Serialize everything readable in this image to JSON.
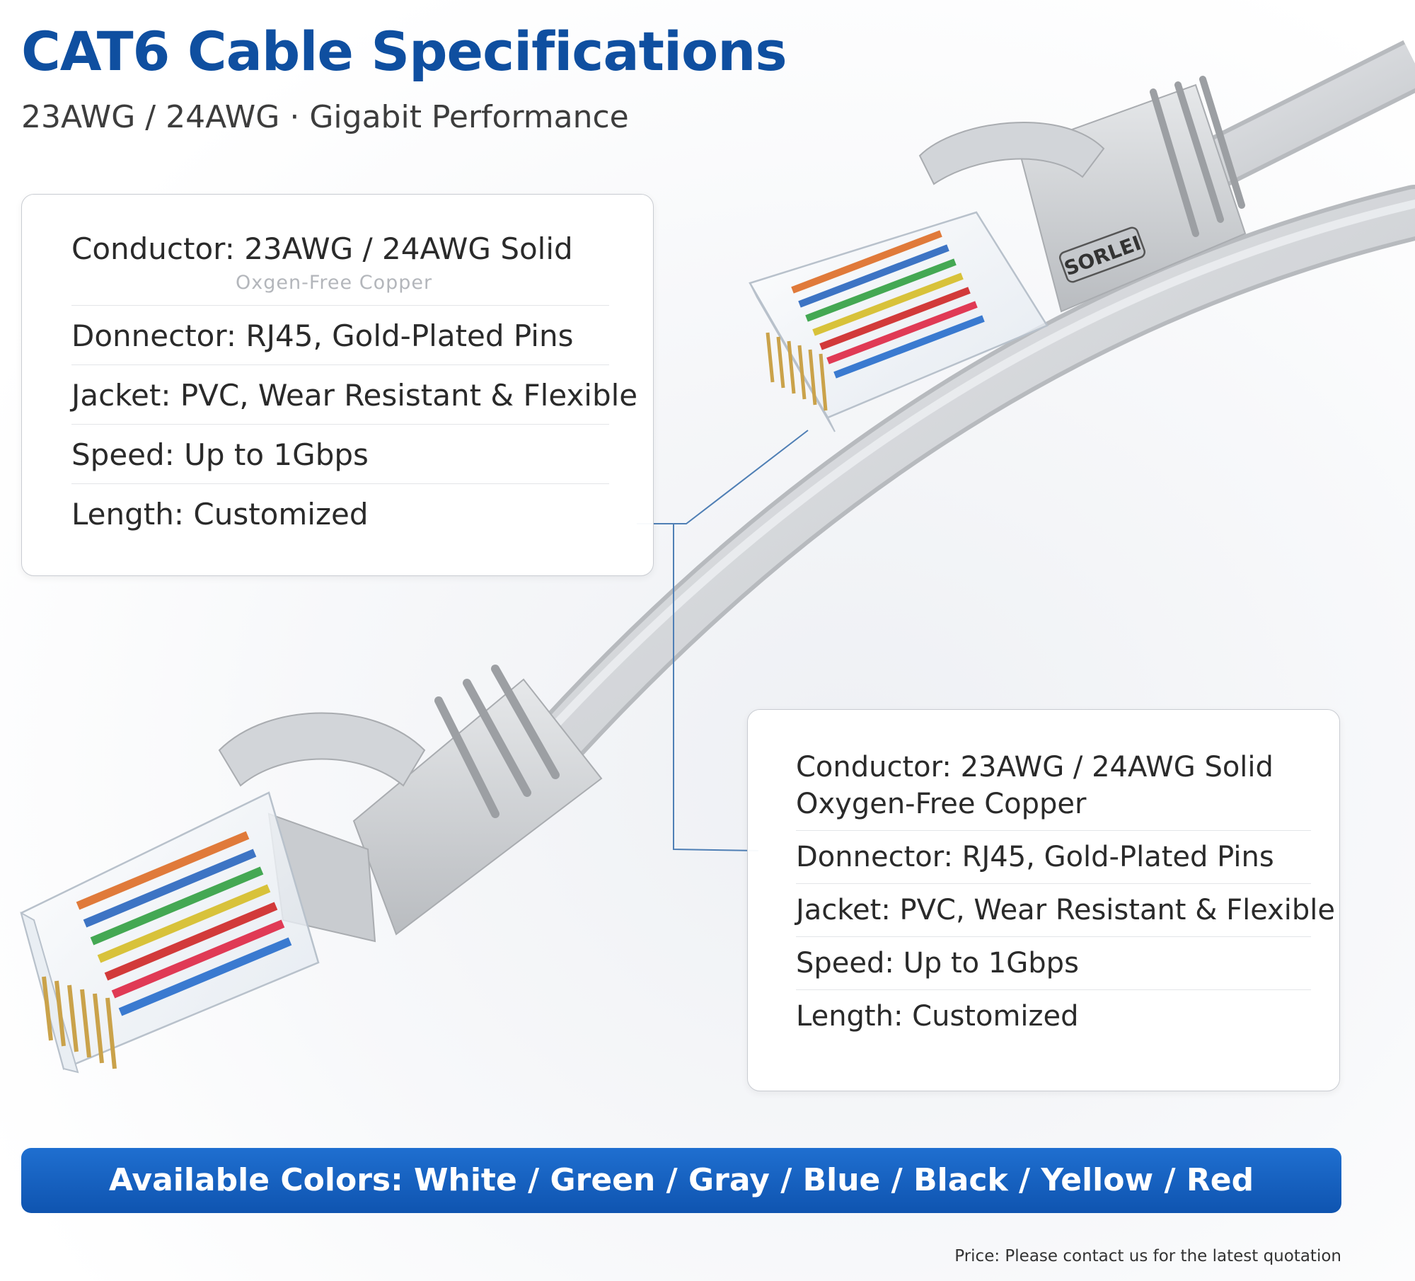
{
  "header": {
    "title": "CAT6 Cable Specifications",
    "subtitle": "23AWG / 24AWG · Gigabit Performance"
  },
  "product": {
    "brand_logo_text": "SORLEI"
  },
  "spec_card_left": {
    "rows": [
      {
        "text": "Conductor: 23AWG / 24AWG Solid",
        "sub": "Oxgen-Free Copper"
      },
      {
        "text": "Donnector: RJ45, Gold-Plated Pins"
      },
      {
        "text": "Jacket: PVC, Wear Resistant & Flexible"
      },
      {
        "text": "Speed: Up to 1Gbps"
      },
      {
        "text": "Length: Customized"
      }
    ]
  },
  "spec_card_right": {
    "rows": [
      {
        "text": "Conductor: 23AWG / 24AWG Solid",
        "sub": "Oxygen-Free Copper"
      },
      {
        "text": "Donnector: RJ45, Gold-Plated Pins"
      },
      {
        "text": "Jacket: PVC, Wear Resistant & Flexible"
      },
      {
        "text": "Speed: Up to 1Gbps"
      },
      {
        "text": "Length: Customized"
      }
    ]
  },
  "colors_banner": {
    "text": "Available Colors: White / Green / Gray / Blue / Black / Yellow / Red"
  },
  "footer": {
    "price_note": "Price: Please contact us for the latest quotation"
  },
  "colors": {
    "title_blue": "#0f4fa0",
    "banner_blue": "#1565c8",
    "cable_gray": "#d4d7db",
    "leader_line": "#4f7fb5"
  }
}
